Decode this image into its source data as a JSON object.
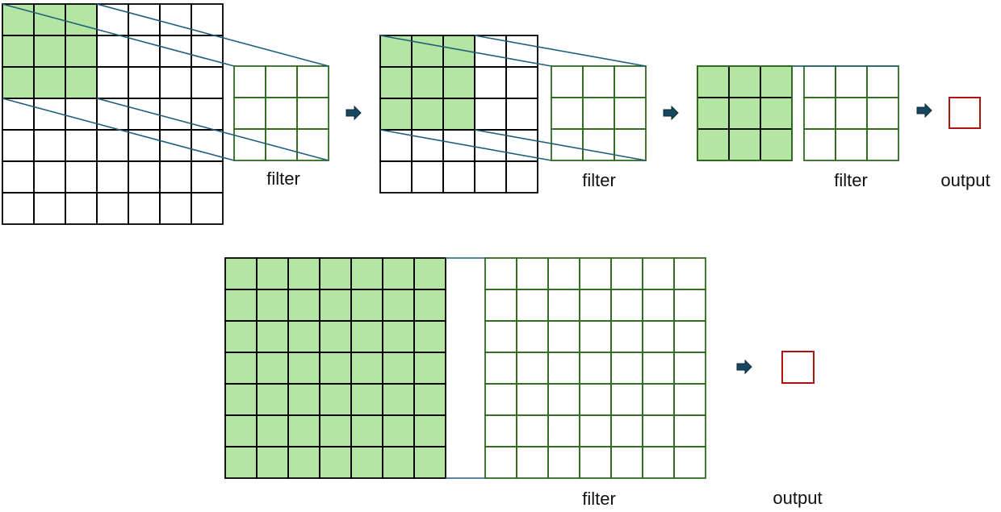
{
  "labels": {
    "filter": "filter",
    "output": "output"
  },
  "colors": {
    "highlight_fill": "#b5e5a2",
    "input_stroke": "#000000",
    "filter_stroke": "#2e6b1f",
    "connector_stroke": "#1f5f7a",
    "arrow_fill": "#17475e",
    "output_stroke": "#b01010"
  },
  "diagram": {
    "step1": {
      "input_grid": "7x7",
      "filter_grid": "3x3",
      "highlight": "3x3 top-left"
    },
    "step2": {
      "input_grid": "5x5",
      "filter_grid": "3x3",
      "highlight": "3x3 top-left"
    },
    "step3": {
      "input_grid": "3x3",
      "filter_grid": "3x3",
      "highlight": "full"
    },
    "step4": {
      "input_grid": "7x7",
      "filter_grid": "7x7",
      "highlight": "full"
    }
  }
}
